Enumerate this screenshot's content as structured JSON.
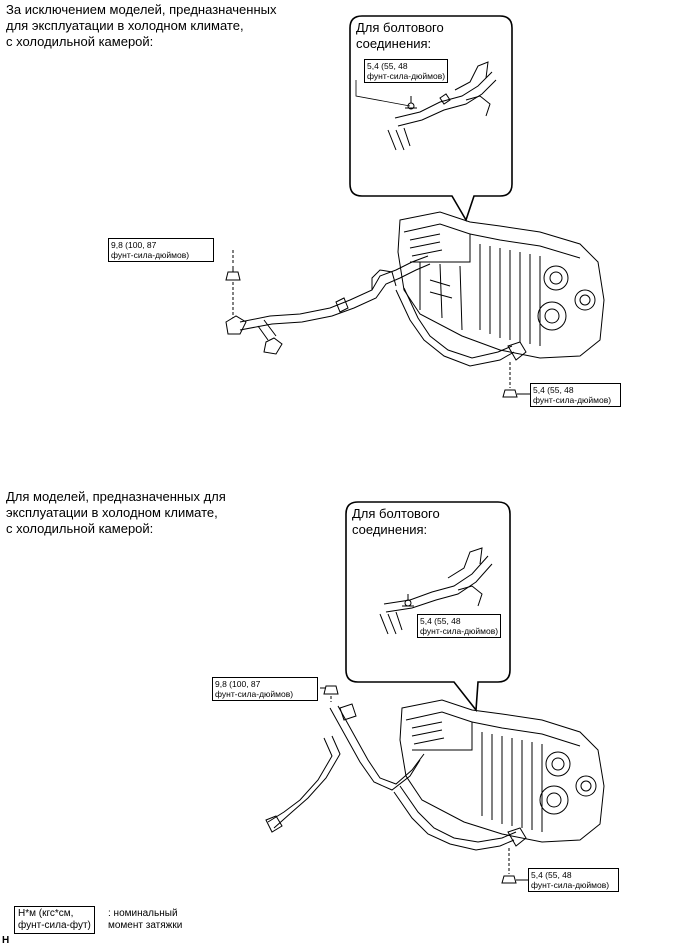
{
  "section_top": {
    "caption": "За исключением моделей, предназначенных\nдля эксплуатации в холодном климате,\nс холодильной камерой:",
    "callout_title": "Для болтового\nсоединения:",
    "torque_callout": "5,4 (55, 48\nфунт-сила-дюймов)",
    "torque_left": "9,8 (100, 87\nфунт-сила-дюймов)",
    "torque_right": "5,4 (55, 48\nфунт-сила-дюймов)"
  },
  "section_bottom": {
    "caption": "Для моделей, предназначенных для\nэксплуатации в холодном климате,\nс холодильной камерой:",
    "callout_title": "Для болтового\nсоединения:",
    "torque_callout": "5,4 (55, 48\nфунт-сила-дюймов)",
    "torque_left": "9,8 (100, 87\nфунт-сила-дюймов)",
    "torque_right": "5,4 (55, 48\nфунт-сила-дюймов)"
  },
  "legend": {
    "box_text": "Н*м (кгс*см,\nфунт-сила-фут)",
    "description": ": номинальный\nмомент затяжки"
  },
  "corner_mark": "H"
}
